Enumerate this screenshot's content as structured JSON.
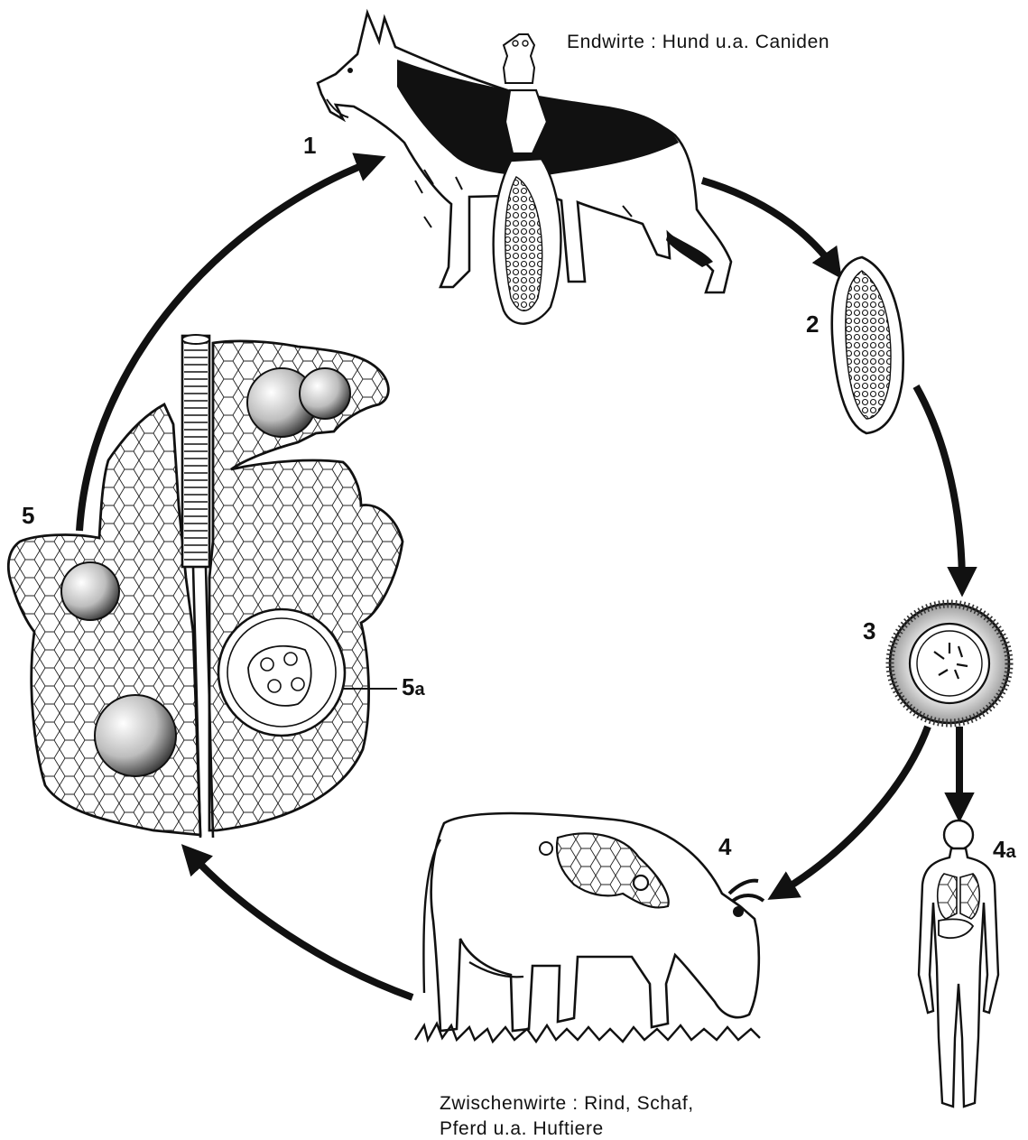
{
  "host_definitive": "Endwirte : Hund u.a. Caniden",
  "host_intermediate_line1": "Zwischenwirte : Rind, Schaf,",
  "host_intermediate_line2": "Pferd u.a. Huftiere",
  "stages": {
    "s1": "1",
    "s2": "2",
    "s3": "3",
    "s4": "4",
    "s4a_num": "4",
    "s4a_sub": "a",
    "s5": "5",
    "s5a_num": "5",
    "s5a_sub": "a"
  },
  "colors": {
    "ink": "#111111",
    "paper": "#ffffff"
  }
}
